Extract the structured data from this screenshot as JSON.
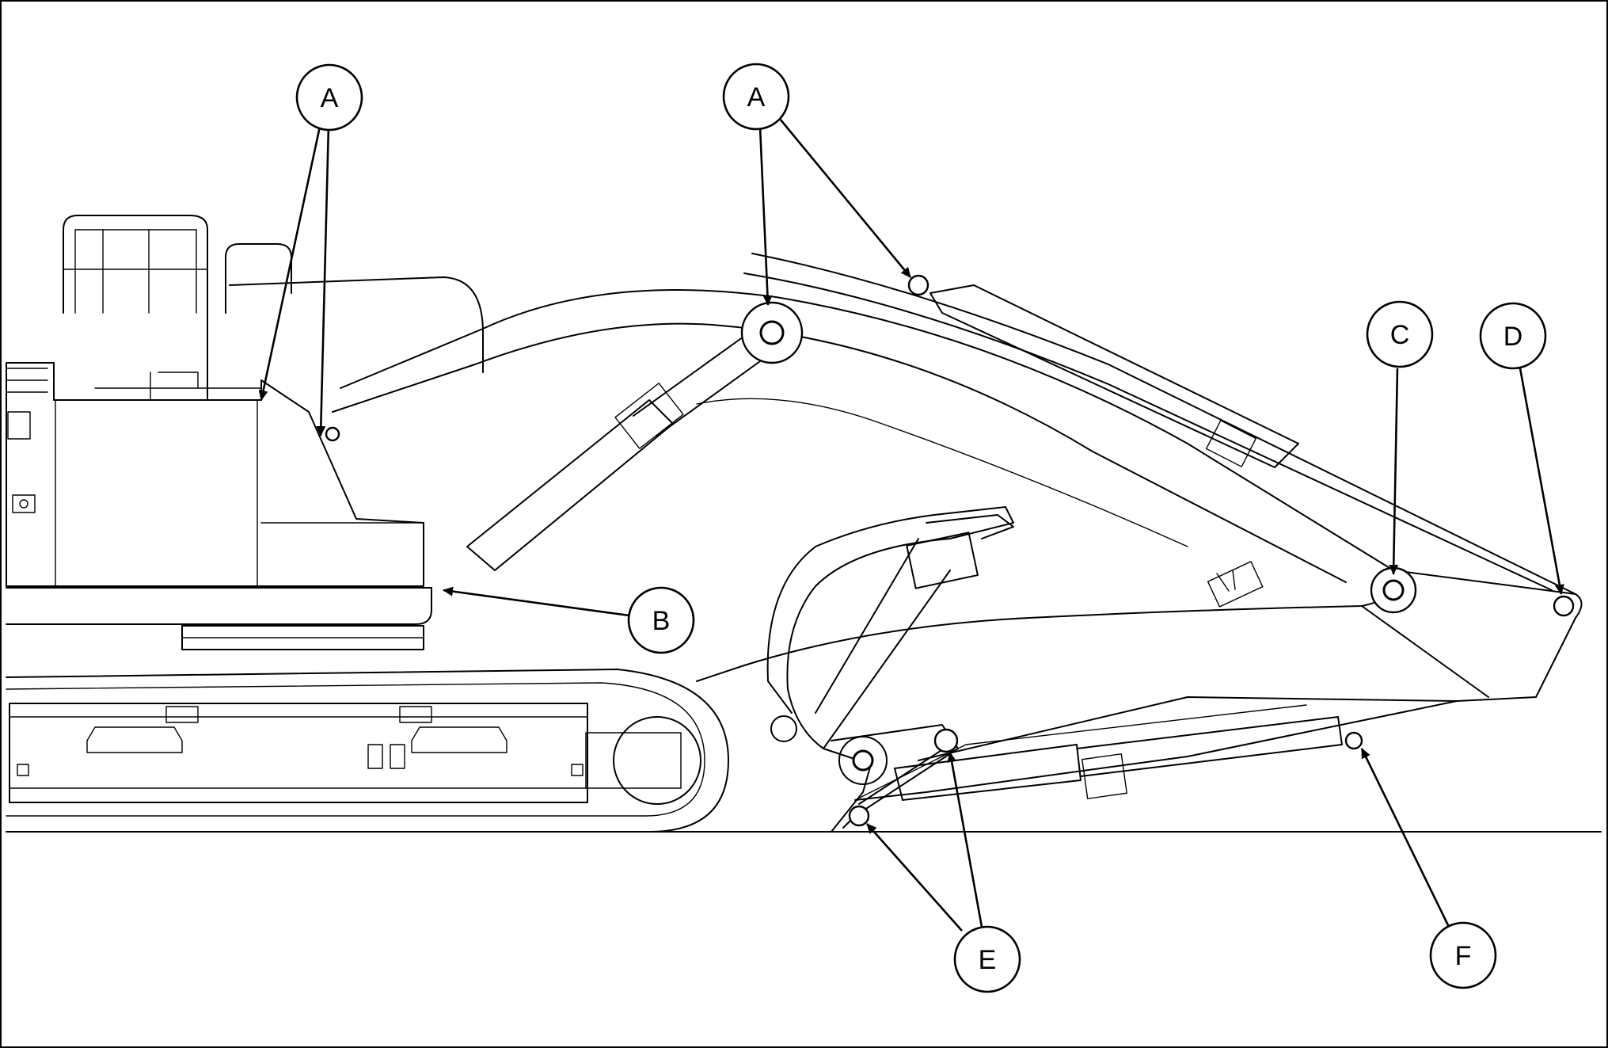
{
  "figure": {
    "callouts": [
      {
        "id": "A_left",
        "label": "A"
      },
      {
        "id": "A_center",
        "label": "A"
      },
      {
        "id": "B",
        "label": "B"
      },
      {
        "id": "C",
        "label": "C"
      },
      {
        "id": "D",
        "label": "D"
      },
      {
        "id": "E",
        "label": "E"
      },
      {
        "id": "F",
        "label": "F"
      }
    ]
  }
}
